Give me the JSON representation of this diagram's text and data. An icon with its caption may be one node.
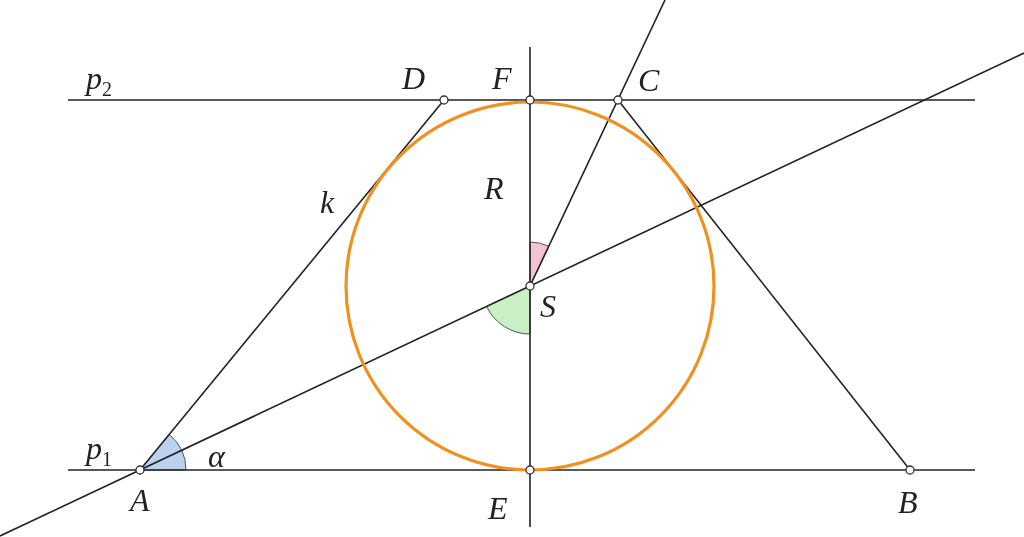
{
  "diagram": {
    "labels": [
      "p$_{2}$",
      "D",
      "F",
      "C",
      "k",
      "R",
      "S",
      "p$_{1}$",
      "α",
      "A",
      "E",
      "B"
    ]
  }
}
